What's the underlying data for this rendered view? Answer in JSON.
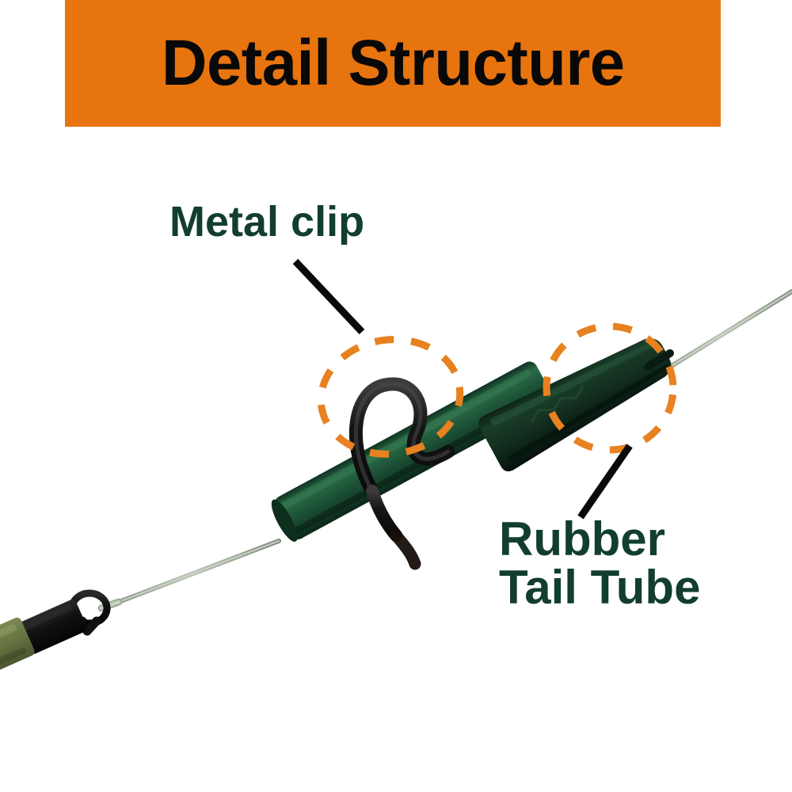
{
  "banner": {
    "title": "Detail Structure",
    "background_color": "#E8740F",
    "text_color": "#080808"
  },
  "labels": {
    "metal_clip": "Metal clip",
    "rubber_tail_tube_line1": "Rubber",
    "rubber_tail_tube_line2": "Tail Tube",
    "text_color": "#123E2E"
  },
  "colors": {
    "background": "#FFFFFF",
    "accent_orange": "#E8740F",
    "dashed_highlight": "#E8811F",
    "label_green": "#123E2E",
    "tube_green": "#1E5438",
    "tail_tube_green": "#14301F",
    "wire_black": "#171717",
    "leader_line": "#9AA79A",
    "lead_clip_olive": "#6B7A4A",
    "swivel_black": "#141414"
  },
  "annotations": {
    "metal_clip_highlight": "orange-dashed-circle",
    "rubber_tail_tube_highlight": "orange-dashed-circle",
    "metal_clip_pointer": "black-leader-line",
    "rubber_tail_tube_pointer": "black-leader-line"
  },
  "product_parts": [
    "fishing-line",
    "metal-clip",
    "green-tube",
    "rubber-tail-tube",
    "swivel",
    "lead-clip-body"
  ]
}
